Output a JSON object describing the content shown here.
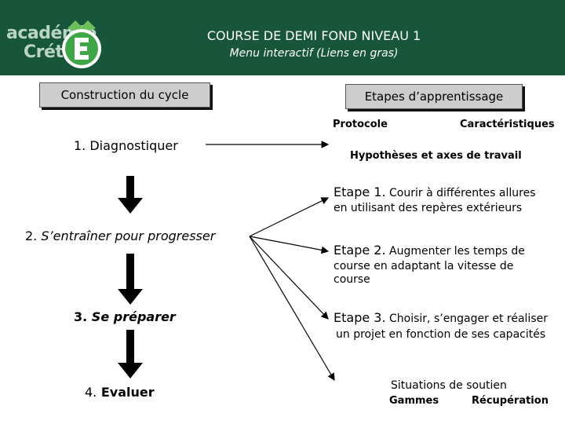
{
  "header": {
    "logo_line1": "académie",
    "logo_line2": "Créteil",
    "title": "COURSE DE DEMI FOND NIVEAU 1",
    "subtitle": "Menu interactif (Liens en gras)"
  },
  "buttons": {
    "construction": "Construction du cycle",
    "etapes": "Etapes d’apprentissage"
  },
  "links": {
    "protocole": "Protocole",
    "caracteristiques": "Caractéristiques",
    "hypotheses": "Hypothèses et axes de travail",
    "gammes": "Gammes",
    "recuperation": "Récupération"
  },
  "cycle": {
    "step1_num": "1.",
    "step1_label": "Diagnostiquer",
    "step2_num": "2.",
    "step2_label": "S’entraîner pour progresser",
    "step3_num": "3.",
    "step3_label": "Se préparer",
    "step4_num": "4.",
    "step4_label": "Evaluer"
  },
  "etapes": {
    "e1_title": "Etape 1.",
    "e1_line1": "Courir à différentes allures",
    "e1_line2": "en utilisant des repères extérieurs",
    "e2_title": "Etape 2.",
    "e2_line1": "Augmenter les temps de",
    "e2_line2": "course en adaptant la vitesse de",
    "e2_line3": "course",
    "e3_title": "Etape 3.",
    "e3_line1": "Choisir, s’engager et réaliser",
    "e3_line2": "un projet en fonction de ses capacités"
  },
  "soutien": {
    "title": "Situations de soutien"
  },
  "colors": {
    "header_bg": "#17563a",
    "button_bg": "#cdcdcd",
    "logo_green": "#3fa648"
  },
  "icons": [
    "academie-logo-icon",
    "down-arrow-icon",
    "connector-arrow-icon"
  ]
}
